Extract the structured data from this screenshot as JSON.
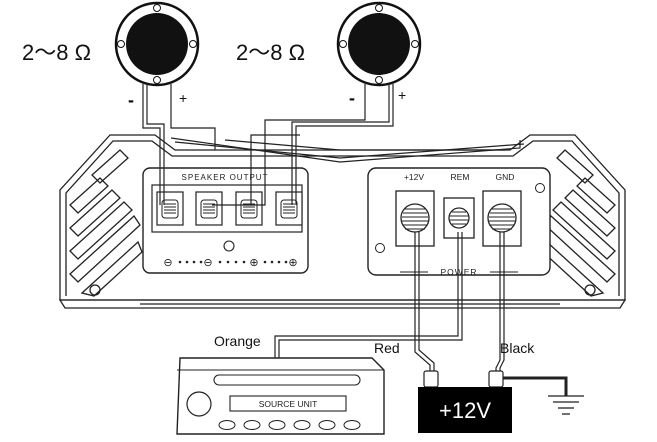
{
  "speakers": {
    "left": {
      "impedance": "2～8 Ω",
      "minus": "-",
      "plus": "+"
    },
    "right": {
      "impedance": "2～8 Ω",
      "minus": "-",
      "plus": "+"
    }
  },
  "amplifier": {
    "speaker_output_label": "SPEAKER OUTPUT",
    "polarity_symbols": [
      "⊖",
      "⊖",
      "⊕",
      "⊕"
    ],
    "power_terminals": {
      "plus12v": "+12V",
      "rem": "REM",
      "gnd": "GND"
    },
    "power_label": "POWER"
  },
  "wires": {
    "orange": "Orange",
    "red": "Red",
    "black": "Black"
  },
  "source_unit": {
    "label": "SOURCE UNIT"
  },
  "battery": {
    "label": "+12V",
    "colors": {
      "fill": "#000000",
      "text": "#ffffff"
    }
  }
}
